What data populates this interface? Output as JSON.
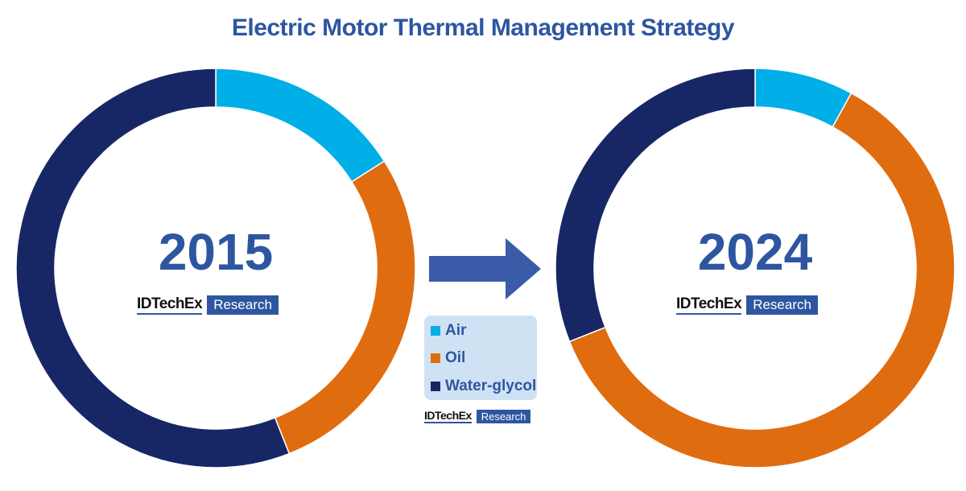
{
  "chart_data": {
    "type": "pie",
    "title": "Electric Motor Thermal Management Strategy",
    "legend": [
      {
        "label": "Air",
        "color": "#00aee8"
      },
      {
        "label": "Oil",
        "color": "#e06c10"
      },
      {
        "label": "Water-glycol",
        "color": "#172766"
      }
    ],
    "charts": [
      {
        "label": "2015",
        "values": [
          16,
          28,
          56
        ]
      },
      {
        "label": "2024",
        "values": [
          8,
          61,
          31
        ]
      }
    ],
    "legend_placement": "center",
    "unit": "percent share (estimated)"
  },
  "logo": {
    "brand": "IDTechEx",
    "suffix": "Research"
  }
}
